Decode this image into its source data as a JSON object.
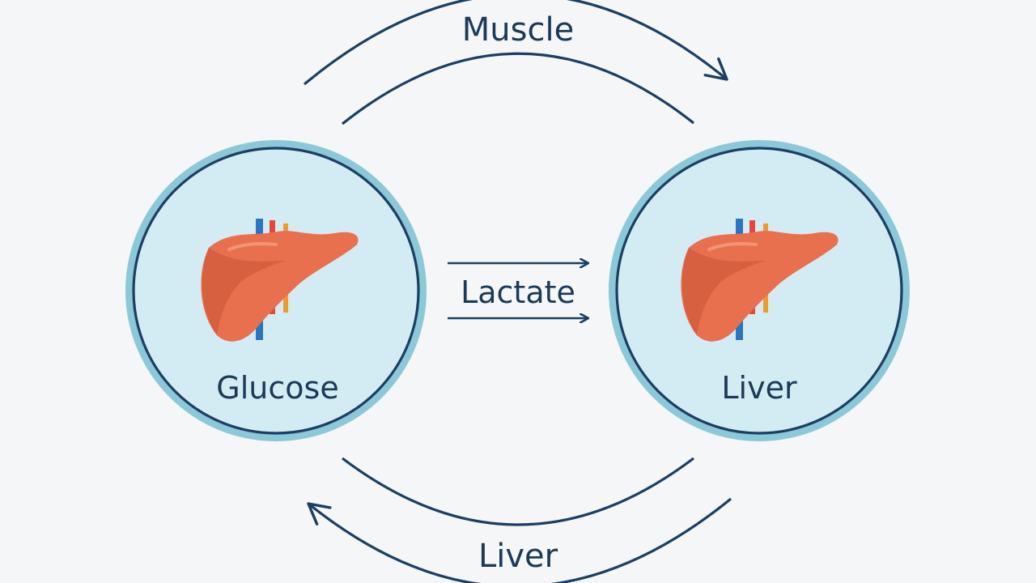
{
  "diagram": {
    "labels": {
      "top_arc": "Muscle",
      "middle_arrows": "Lactate",
      "bottom_arc": "Liver"
    },
    "nodes": [
      {
        "name": "Glucose",
        "icon": "liver-icon"
      },
      {
        "name": "Liver",
        "icon": "liver-icon"
      }
    ],
    "colors": {
      "background": "#f4f6f7",
      "circle_fill": "#d3ecf3",
      "circle_outer_ring": "#8cc8d8",
      "circle_inner_ring": "#1a3f63",
      "arrow_stroke": "#1a3f63",
      "text": "#1a3a57",
      "liver_main": "#e8704f",
      "liver_shadow": "#d05a3a",
      "vessel_blue": "#2b74c2",
      "vessel_red": "#e14b36",
      "vessel_orange": "#f09a2e"
    }
  }
}
